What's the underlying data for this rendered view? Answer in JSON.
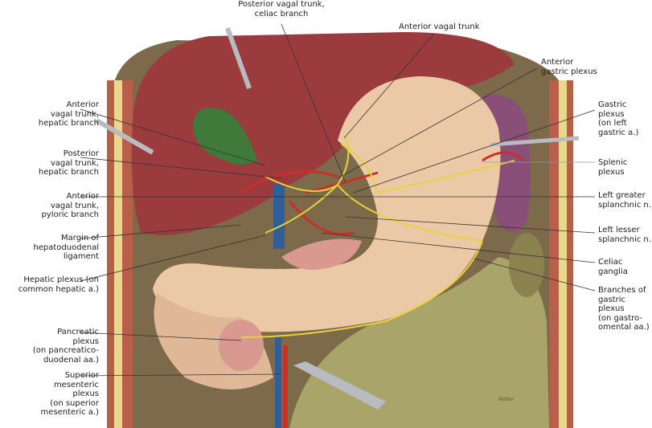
{
  "labels": {
    "top": [
      {
        "id": "posterior-vagal-celiac",
        "text": "Posterior vagal trunk,\nceliac branch"
      },
      {
        "id": "anterior-vagal-trunk",
        "text": "Anterior vagal trunk"
      }
    ],
    "left": [
      {
        "id": "anterior-vagal-hepatic",
        "text": "Anterior\nvagal trunk,\nhepatic branch"
      },
      {
        "id": "posterior-vagal-hepatic",
        "text": "Posterior\nvagal trunk,\nhepatic branch"
      },
      {
        "id": "anterior-vagal-pyloric",
        "text": "Anterior\nvagal trunk,\npyloric branch"
      },
      {
        "id": "hepatoduodenal-margin",
        "text": "Margin of\nhepatoduodenal\nligament"
      },
      {
        "id": "hepatic-plexus",
        "text": "Hepatic plexus (on\ncommon hepatic a.)"
      },
      {
        "id": "pancreatic-plexus",
        "text": "Pancreatic\nplexus\n(on pancreatico-\nduodenal aa.)"
      },
      {
        "id": "superior-mesenteric-plexus",
        "text": "Superior\nmesenteric\nplexus\n(on superior\nmesenteric a.)"
      }
    ],
    "right": [
      {
        "id": "anterior-gastric-plexus",
        "text": "Anterior\ngastric plexus"
      },
      {
        "id": "gastric-plexus-left-gastric",
        "text": "Gastric plexus\n(on left\ngastric a.)"
      },
      {
        "id": "splenic-plexus",
        "text": "Splenic plexus"
      },
      {
        "id": "left-greater-splanchnic",
        "text": "Left greater\nsplanchnic n."
      },
      {
        "id": "left-lesser-splanchnic",
        "text": "Left lesser\nsplanchnic n."
      },
      {
        "id": "celiac-ganglia",
        "text": "Celiac ganglia"
      },
      {
        "id": "branches-gastric-plexus",
        "text": "Branches of\ngastric plexus\n(on gastro-\nomental aa.)"
      }
    ]
  },
  "signature": "Netter",
  "colors": {
    "liver": "#9c3b3e",
    "gallbladder": "#3f7a3a",
    "stomach": "#ecc9a6",
    "spleen": "#8a4f78",
    "omentum": "#a9a46a",
    "nerve": "#e8d23a",
    "artery": "#c8302a",
    "vein": "#2f5f9a"
  }
}
